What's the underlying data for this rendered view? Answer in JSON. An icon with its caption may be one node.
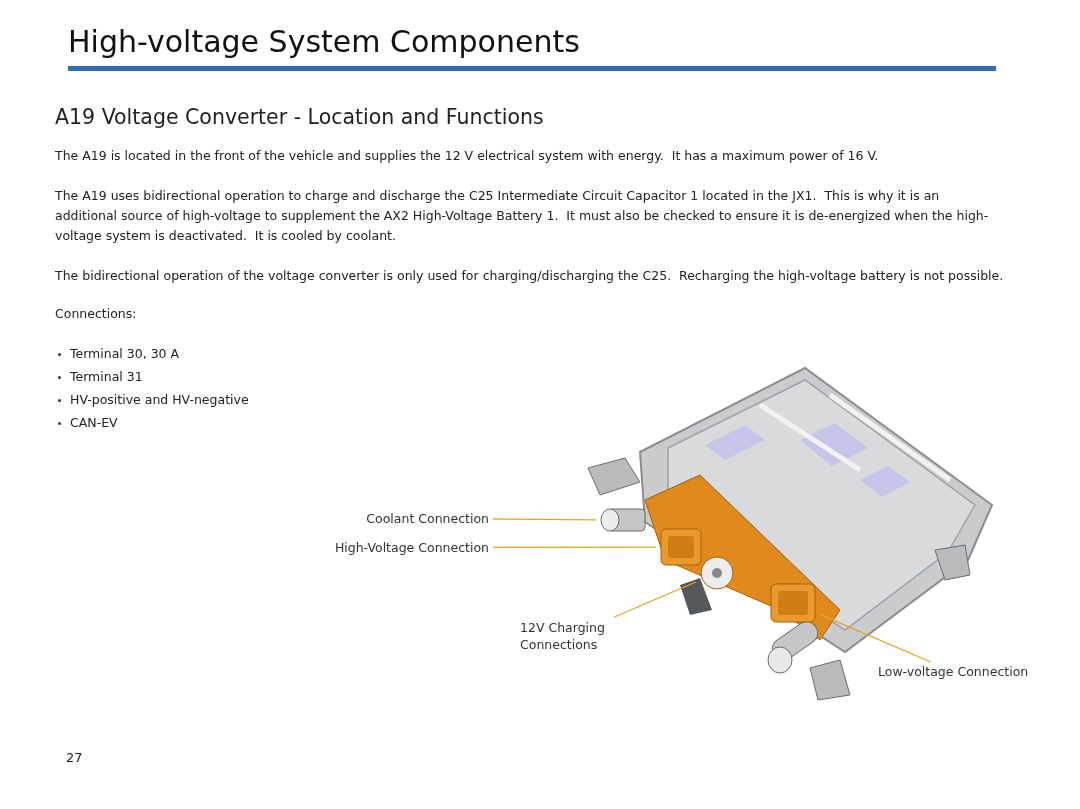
{
  "diagram": {
    "title": "High-voltage System Components",
    "nodes": [
      {
        "text": [
          "Coolant Connection"
        ]
      },
      {
        "text": [
          "High-Voltage Connection"
        ]
      },
      {
        "text": [
          "12V Charging Connections"
        ]
      },
      {
        "text": [
          "Low-voltage Connection"
        ]
      },
      {
        "text": [],
        "shape": "cylinder"
      },
      {
        "text": [],
        "shape": "box"
      },
      {
        "text": [],
        "shape": "circle"
      },
      {
        "text": [],
        "shape": "box"
      }
    ],
    "edges": [
      {
        "from": 0,
        "to": 4,
        "arrow": "none"
      },
      {
        "from": 1,
        "to": 5,
        "arrow": "none"
      },
      {
        "from": 2,
        "to": 6,
        "arrow": "none"
      },
      {
        "from": 3,
        "to": 7,
        "arrow": "none"
      }
    ],
    "labels": [
      "A19 Voltage Converter - Location and Functions",
      "The A19 is located in the front of the vehicle and supplies the 12 V electrical system with energy.  It has a maximum power of 16 V.",
      "The A19 uses bidirectional operation to charge and discharge the C25 Intermediate Circuit Capacitor 1 located in the JX1.  This is why it is an additional source of high-voltage to supplement the AX2 High-Voltage Battery 1.  It must also be checked to ensure it is de-energized when the high-voltage system is deactivated.  It is cooled by coolant.",
      "The bidirectional operation of the voltage converter is only used for charging/discharging the C25.  Recharging the high-voltage battery is not possible.",
      "Connections:",
      "Terminal 30, 30 A",
      "Terminal 31",
      "HV-positive and HV-negative",
      "CAN-EV",
      "27"
    ]
  }
}
